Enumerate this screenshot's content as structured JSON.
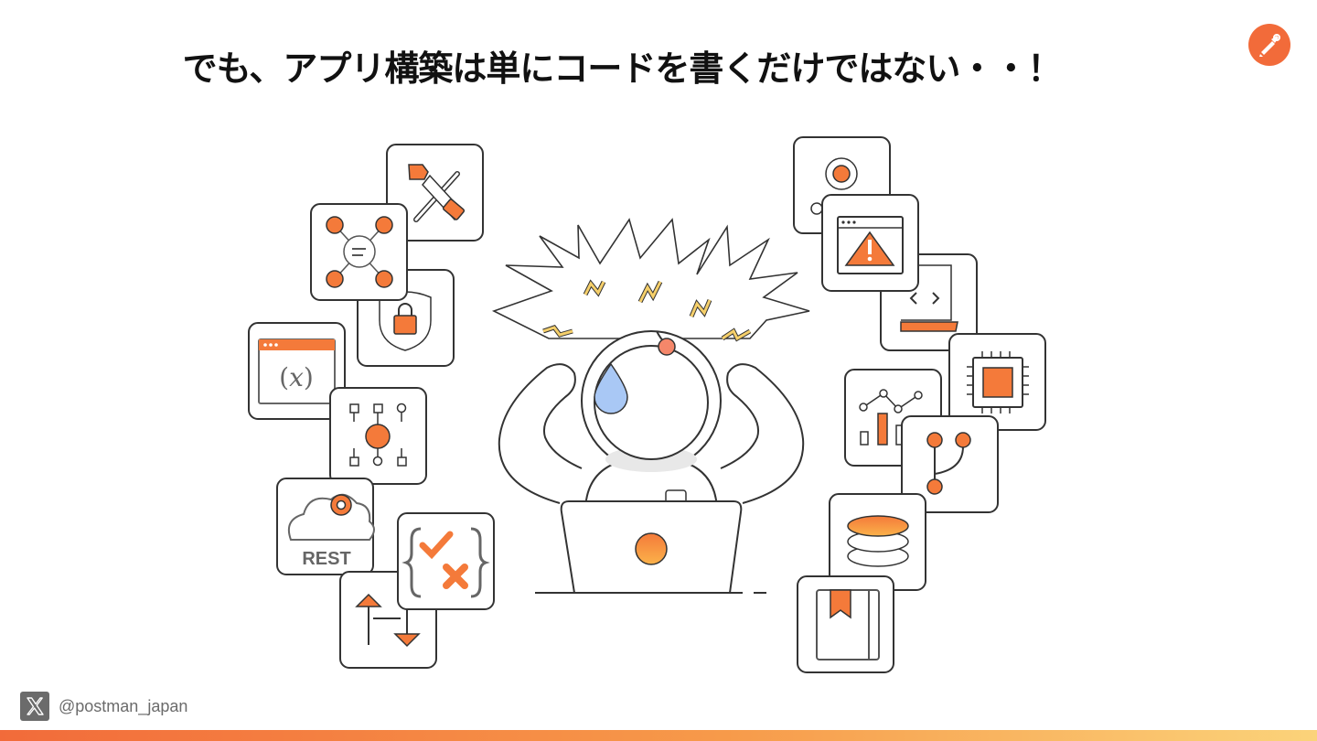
{
  "slide": {
    "title": "でも、アプリ構築は単にコードを書くだけではない・・！"
  },
  "footer": {
    "handle": "@postman_japan",
    "icon": "x-logo-icon"
  },
  "brand": {
    "logo_icon": "postman-logo-icon",
    "accent_color": "#f26b3a",
    "gradient_end": "#fbd37a"
  },
  "illustration": {
    "rest_label": "REST",
    "code_brackets": "< >",
    "variable_label": "(𝑥)"
  }
}
